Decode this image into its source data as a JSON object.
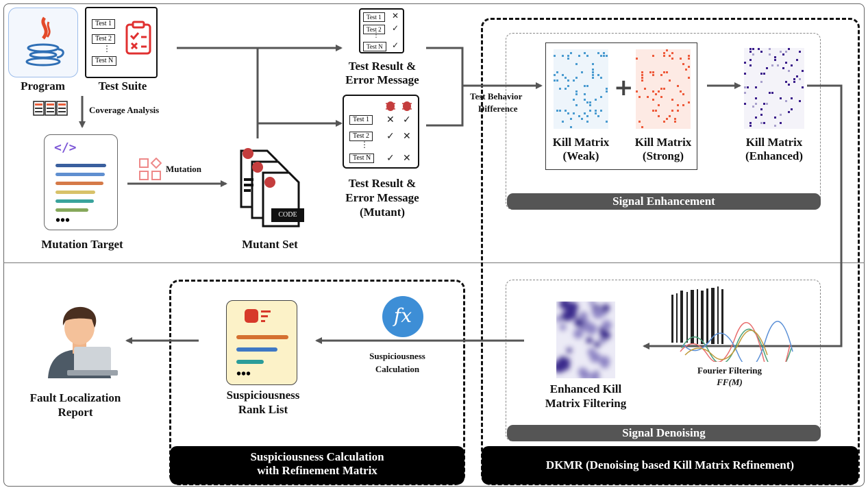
{
  "program": {
    "label": "Program"
  },
  "test_suite": {
    "label": "Test Suite",
    "tests": [
      "Test 1",
      "Test 2",
      "⋮",
      "Test N"
    ]
  },
  "coverage": {
    "label": "Coverage Analysis"
  },
  "mutation_target": {
    "label": "Mutation Target"
  },
  "mutation": {
    "label": "Mutation"
  },
  "mutant_set": {
    "label": "Mutant Set",
    "code_tag": "CODE"
  },
  "result_original": {
    "label_line1": "Test Result &",
    "label_line2": "Error Message",
    "tests": [
      "Test 1",
      "Test 2",
      "⋮",
      "Test N"
    ],
    "marks": [
      "✕",
      "✓",
      "",
      "✓"
    ]
  },
  "result_mutant": {
    "label_line1": "Test Result &",
    "label_line2": "Error Message",
    "label_line3": "(Mutant)",
    "tests": [
      "Test 1",
      "Test 2",
      "⋮",
      "Test N"
    ],
    "marks_col1": [
      "✕",
      "✓",
      "",
      "✓"
    ],
    "marks_col2": [
      "✓",
      "✕",
      "",
      "✕"
    ]
  },
  "behavior_diff": {
    "line1": "Test Behavior",
    "line2": "Difference"
  },
  "kill_weak": {
    "line1": "Kill Matrix",
    "line2": "(Weak)"
  },
  "kill_strong": {
    "line1": "Kill Matrix",
    "line2": "(Strong)"
  },
  "kill_enhanced": {
    "line1": "Kill Matrix",
    "line2": "(Enhanced)"
  },
  "signal_enhancement": {
    "label": "Signal Enhancement"
  },
  "signal_denoising": {
    "label": "Signal Denoising"
  },
  "fourier": {
    "line1": "Fourier Filtering",
    "line2": "FF(M)"
  },
  "enhanced_filtering": {
    "line1": "Enhanced Kill",
    "line2": "Matrix Filtering"
  },
  "fx_icon": {
    "text": "fx"
  },
  "susp_calc": {
    "line1": "Suspiciousness",
    "line2": "Calculation"
  },
  "rank_list": {
    "line1": "Suspiciousness",
    "line2": "Rank List"
  },
  "fault_report": {
    "line1": "Fault Localization",
    "line2": "Report"
  },
  "module_susp": {
    "line1": "Suspiciousness Calculation",
    "line2": "with Refinement Matrix"
  },
  "module_dkmr": {
    "label": "DKMR (Denoising based Kill Matrix Refinement)"
  },
  "colors": {
    "weak": "#4a9bd0",
    "strong": "#ee5a3a",
    "enhanced": "#3a1d8a",
    "accent_red": "#e03030",
    "fx": "#3d8ed6"
  }
}
